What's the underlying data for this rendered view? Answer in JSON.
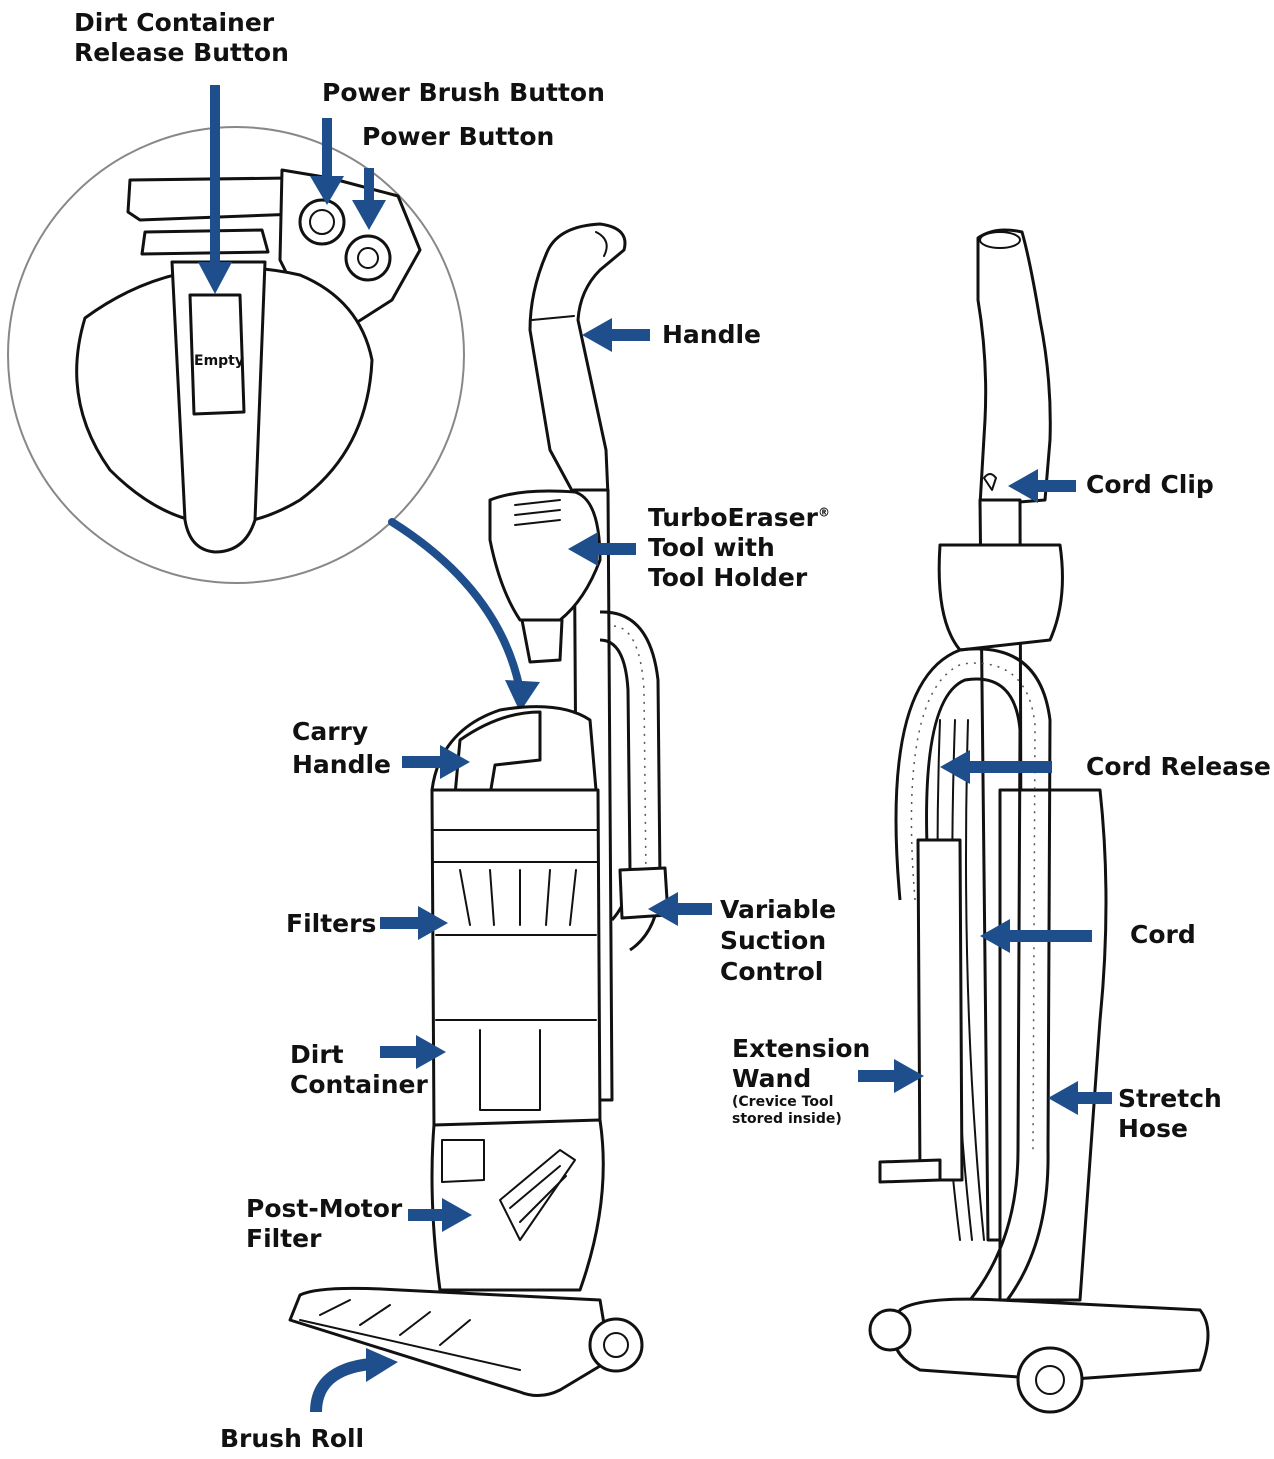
{
  "labels": {
    "dirt_container_release": [
      "Dirt Container",
      "Release Button"
    ],
    "power_brush_button": "Power Brush Button",
    "power_button": "Power Button",
    "handle": "Handle",
    "turbo_eraser": {
      "line1": "TurboEraser",
      "registered": "®",
      "line2": "Tool with",
      "line3": "Tool Holder"
    },
    "carry_handle": [
      "Carry",
      "Handle"
    ],
    "filters": "Filters",
    "variable_suction": [
      "Variable",
      "Suction",
      "Control"
    ],
    "dirt_container": [
      "Dirt",
      "Container"
    ],
    "post_motor_filter": [
      "Post-Motor",
      "Filter"
    ],
    "brush_roll": "Brush Roll",
    "cord_clip": "Cord Clip",
    "cord_release": "Cord Release",
    "cord": "Cord",
    "extension_wand": {
      "line1": "Extension",
      "line2": "Wand",
      "note1": "(Crevice Tool",
      "note2": "stored inside)"
    },
    "stretch_hose": [
      "Stretch",
      "Hose"
    ]
  },
  "inset": {
    "empty_label": "Empty"
  },
  "colors": {
    "arrow": "#1f4e8c",
    "outline": "#111111",
    "background": "#ffffff"
  }
}
